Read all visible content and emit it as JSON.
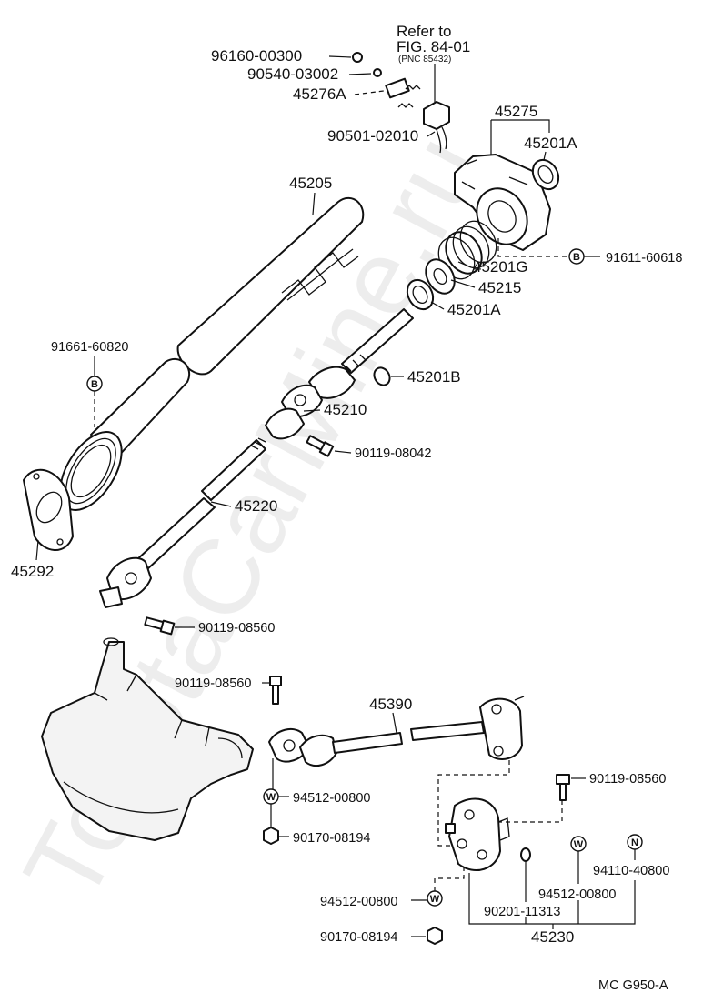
{
  "watermark": "ToyotaCarMine.ru",
  "reference": {
    "line1": "Refer to",
    "line2": "FIG. 84-01",
    "line3": "(PNC 85432)"
  },
  "labels": {
    "p96160_00300": "96160-00300",
    "p90540_03002": "90540-03002",
    "p45276A": "45276A",
    "p90501_02010": "90501-02010",
    "p45275": "45275",
    "p45201A_top": "45201A",
    "p45205": "45205",
    "p91611_60618": "91611-60618",
    "p45201G": "45201G",
    "p45215": "45215",
    "p45201A_mid": "45201A",
    "p91661_60820": "91661-60820",
    "p45201B": "45201B",
    "p45210": "45210",
    "p90119_08042": "90119-08042",
    "p45220": "45220",
    "p45292": "45292",
    "p90119_08560_a": "90119-08560",
    "p90119_08560_b": "90119-08560",
    "p45390": "45390",
    "p94512_00800_a": "94512-00800",
    "p90170_08194_a": "90170-08194",
    "p90119_08560_c": "90119-08560",
    "p94110_40800": "94110-40800",
    "p94512_00800_b": "94512-00800",
    "p94512_00800_c": "94512-00800",
    "p90201_11313": "90201-11313",
    "p45230": "45230",
    "p90170_08194_b": "90170-08194"
  },
  "symbols": {
    "B": "B",
    "W": "W",
    "N": "N"
  },
  "figure_code": "MC  G950-A"
}
